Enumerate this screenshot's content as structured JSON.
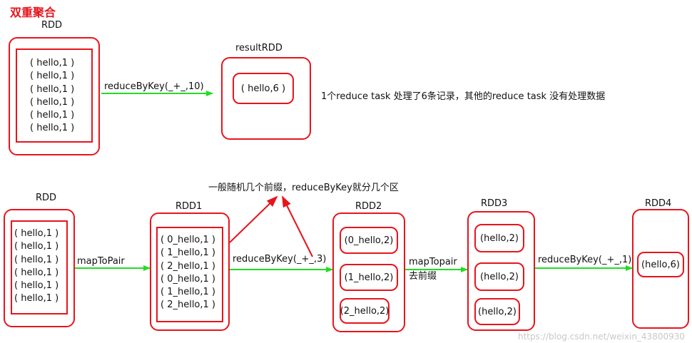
{
  "title": "双重聚合",
  "top": {
    "rdd_label": "RDD",
    "rdd_items": [
      "( hello,1 )",
      "( hello,1 )",
      "( hello,1 )",
      "( hello,1 )",
      "( hello,1 )",
      "( hello,1 )"
    ],
    "arrow_label": "reduceByKey(_+_,10)",
    "result_label": "resultRDD",
    "result_item": "( hello,6 )",
    "note": "1个reduce task 处理了6条记录，其他的reduce task 没有处理数据"
  },
  "bottom": {
    "annotation": "一般随机几个前缀，reduceByKey就分几个区",
    "rdd_label": "RDD",
    "rdd_items": [
      "( hello,1 )",
      "( hello,1 )",
      "( hello,1 )",
      "( hello,1 )",
      "( hello,1 )",
      "( hello,1 )"
    ],
    "map_label": "mapToPair",
    "rdd1_label": "RDD1",
    "rdd1_items": [
      "( 0_hello,1 )",
      "( 1_hello,1 )",
      "( 2_hello,1 )",
      "( 0_hello,1 )",
      "( 1_hello,1 )",
      "( 2_hello,1 )"
    ],
    "reduce1_label": "reduceByKey(_+_,3)",
    "rdd2_label": "RDD2",
    "rdd2_items": [
      "(0_hello,2)",
      "(1_hello,2)",
      "(2_hello,2)"
    ],
    "maptopair2_label": "mapTopair",
    "remove_prefix_label": "去前缀",
    "rdd3_label": "RDD3",
    "rdd3_items": [
      "(hello,2)",
      "(hello,2)",
      "(hello,2)"
    ],
    "reduce2_label": "reduceByKey(_+_,1)",
    "rdd4_label": "RDD4",
    "rdd4_item": "(hello,6)"
  },
  "watermark": "https://blog.csdn.net/weixin_43800930",
  "colors": {
    "border": "#e8141c",
    "arrow_green": "#22dd22",
    "arrow_red": "#e8141c"
  }
}
